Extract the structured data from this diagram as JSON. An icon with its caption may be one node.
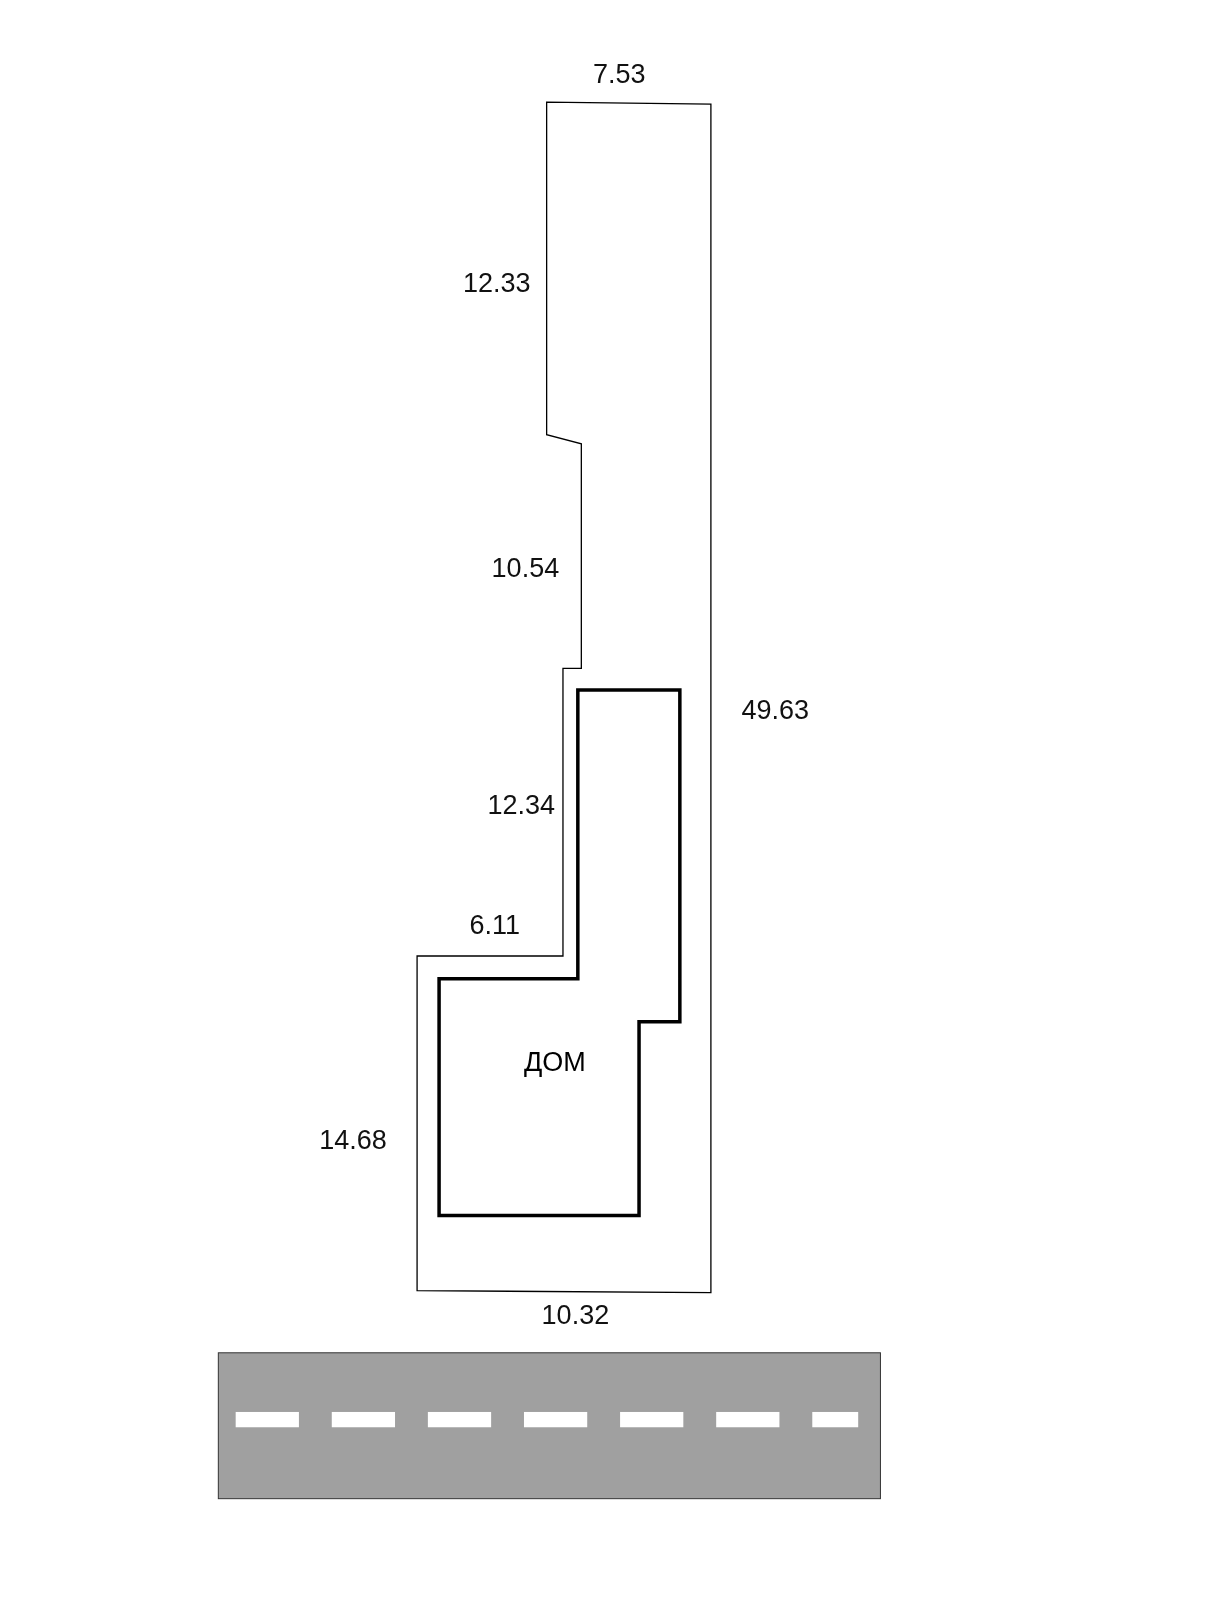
{
  "diagram": {
    "nodes": [
      {
        "text": [],
        "shape": "polygon"
      },
      {
        "text": [
          "ДОМ"
        ],
        "in": 0
      }
    ],
    "edges": [],
    "labels": [
      "7.53",
      "12.33",
      "10.54",
      "49.63",
      "12.34",
      "6.11",
      "14.68",
      "10.32"
    ]
  }
}
